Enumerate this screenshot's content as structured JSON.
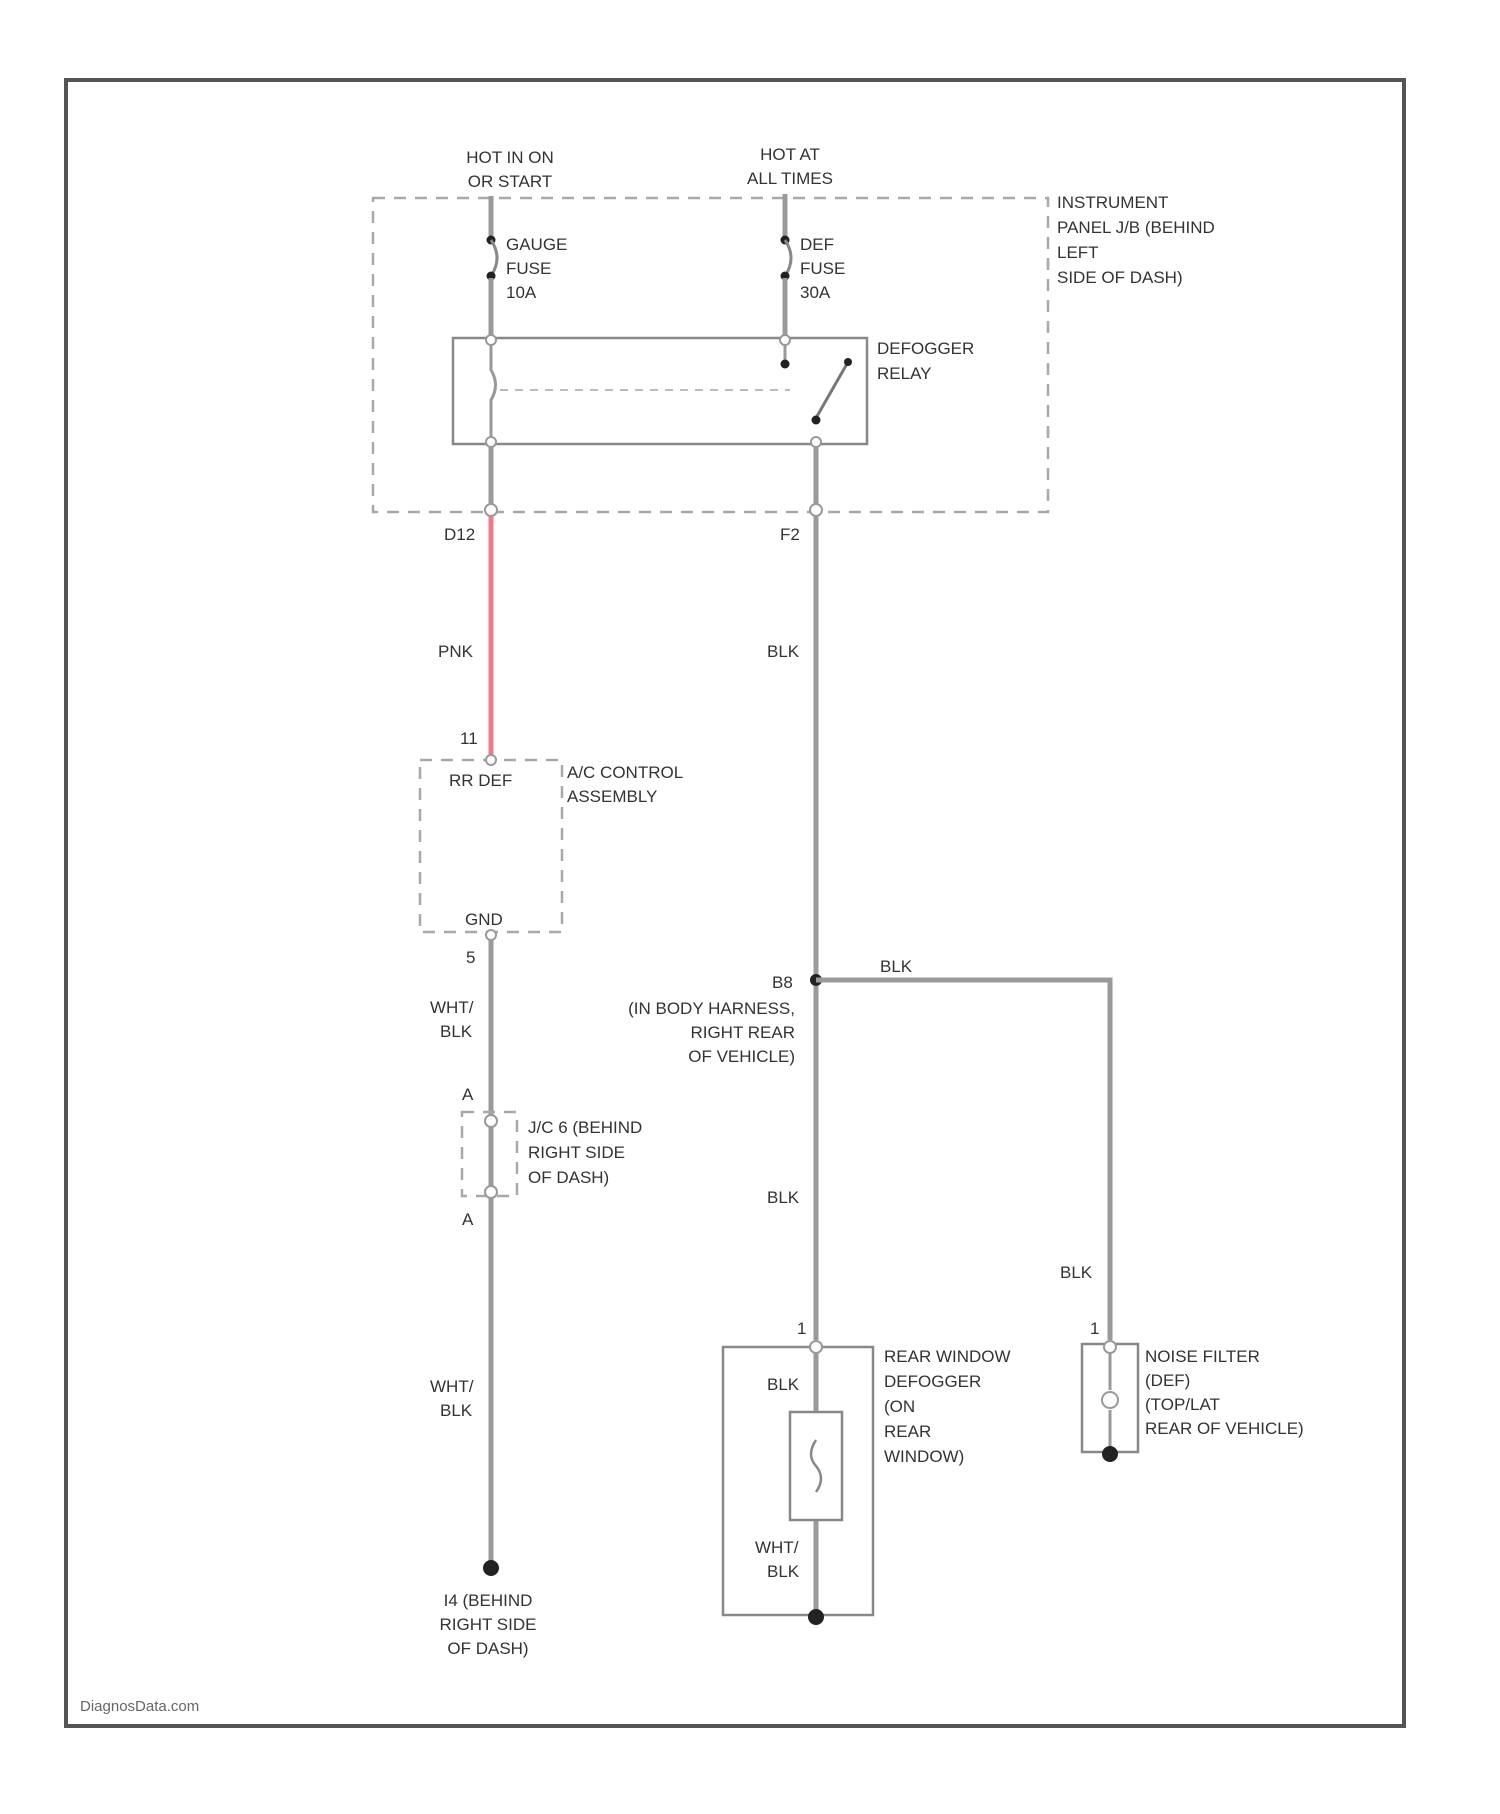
{
  "power": {
    "left_line1": "HOT IN ON",
    "left_line2": "OR START",
    "right_line1": "HOT AT",
    "right_line2": "ALL TIMES"
  },
  "fuses": {
    "gauge": [
      "GAUGE",
      "FUSE",
      "10A"
    ],
    "def": [
      "DEF",
      "FUSE",
      "30A"
    ]
  },
  "instrument_jb": [
    "INSTRUMENT",
    "PANEL J/B (BEHIND",
    "LEFT",
    "SIDE OF DASH)"
  ],
  "relay": [
    "DEFOGGER",
    "RELAY"
  ],
  "connectors": {
    "d12": "D12",
    "f2": "F2",
    "c11": "11",
    "c5": "5",
    "ja_top": "A",
    "ja_bottom": "A",
    "rear_pin": "1",
    "noise_pin": "1"
  },
  "wires": {
    "pnk": "PNK",
    "blk_upper": "BLK",
    "blk_branch": "BLK",
    "blk_mid": "BLK",
    "blk_right": "BLK",
    "wht_blk_upper": [
      "WHT/",
      "BLK"
    ],
    "wht_blk_lower": [
      "WHT/",
      "BLK"
    ],
    "blk_inside": "BLK",
    "wht_blk_inside": [
      "WHT/",
      "BLK"
    ]
  },
  "ac_control": {
    "label": [
      "A/C CONTROL",
      "ASSEMBLY"
    ],
    "pin_top": "RR DEF",
    "pin_bottom": "GND"
  },
  "splice": {
    "id": "B8",
    "label": [
      "(IN BODY HARNESS,",
      "RIGHT REAR",
      "OF VEHICLE)"
    ]
  },
  "jc": [
    "J/C 6 (BEHIND",
    "RIGHT SIDE",
    "OF DASH)"
  ],
  "ground": [
    "I4 (BEHIND",
    "RIGHT SIDE",
    "OF DASH)"
  ],
  "rear_defogger": [
    "REAR WINDOW",
    "DEFOGGER",
    "(ON",
    "REAR",
    "WINDOW)"
  ],
  "noise_filter": [
    "NOISE FILTER",
    "(DEF)",
    "(TOP/LAT",
    "REAR OF VEHICLE)"
  ],
  "credit": "DiagnosData.com"
}
